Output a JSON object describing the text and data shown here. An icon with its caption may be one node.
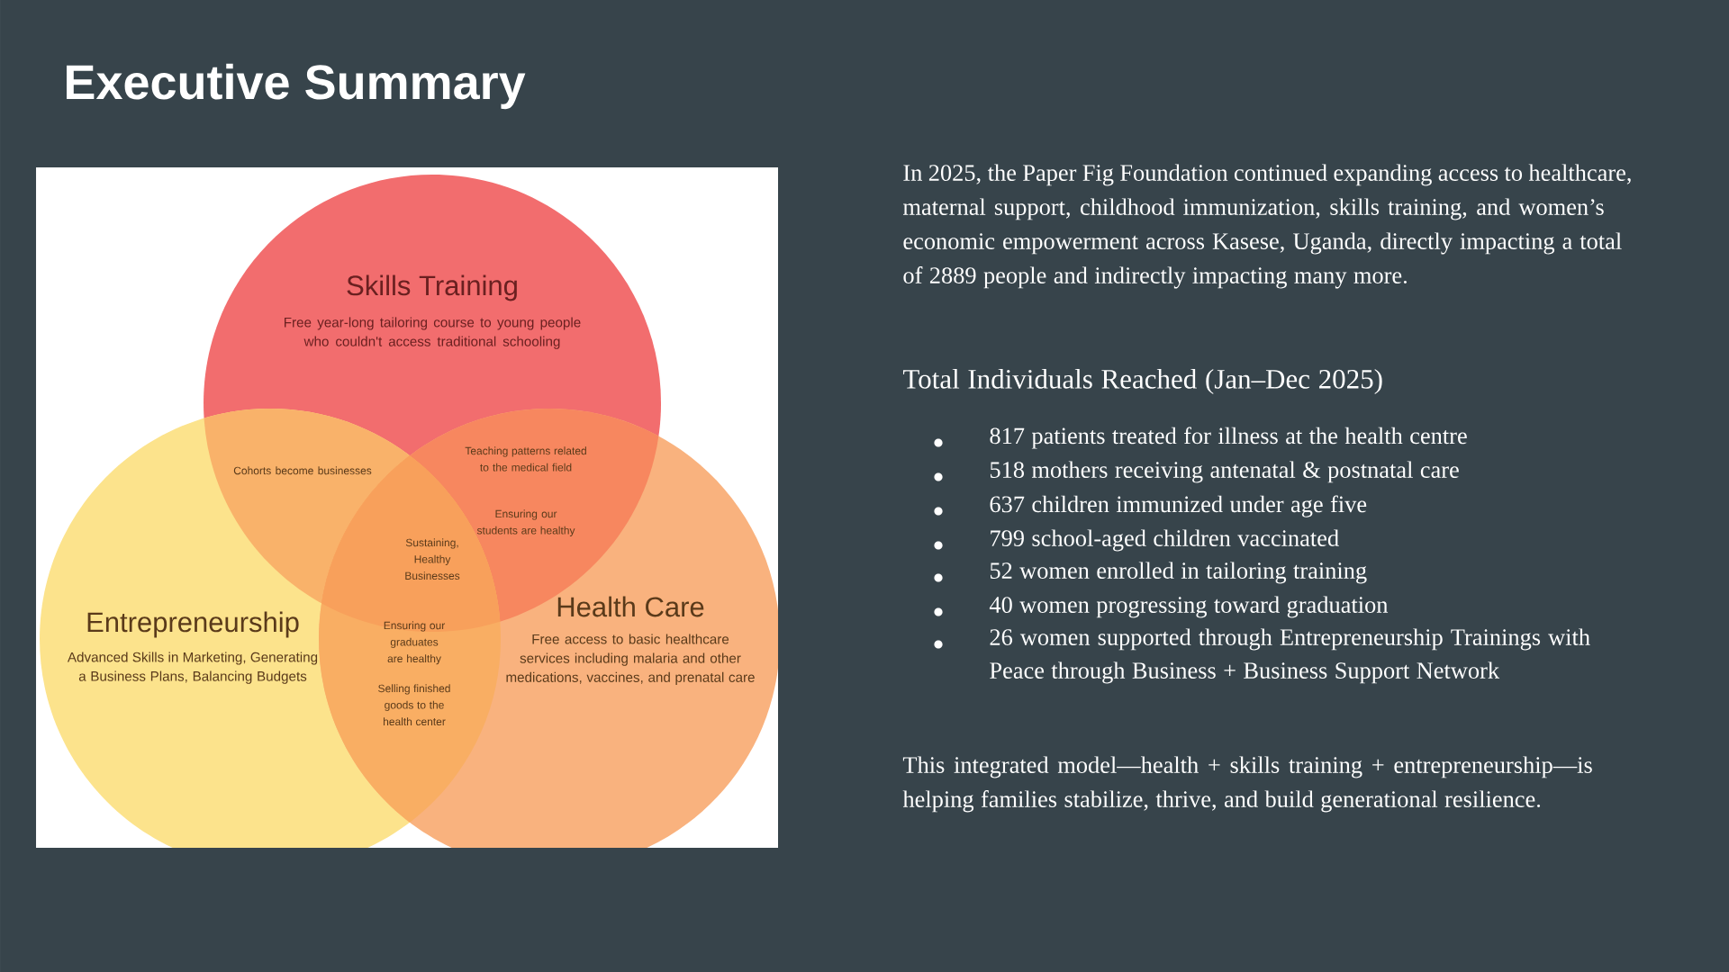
{
  "diagram": {
    "title": "Executive Summary",
    "nodes": [
      {
        "text": [
          "Skills Training",
          "Free year-long tailoring course to young people who couldn't access traditional schooling"
        ]
      },
      {
        "text": [
          "Entrepreneurship",
          "Advanced Skills in Marketing, Generating a Business Plans, Balancing Budgets"
        ]
      },
      {
        "text": [
          "Health Care",
          "Free access to basic healthcare services including malaria  and other medications, vaccines, and prenatal care"
        ]
      }
    ],
    "labels": [
      "Cohorts become businesses",
      "Teaching patterns related to the medical field",
      "Ensuring our students are healthy",
      "Sustaining, Healthy Businesses",
      "Ensuring our graduates are healthy",
      "Selling finished goods to the health center",
      "In 2025, the Paper Fig Foundation continued expanding access to healthcare, maternal support, childhood immunization, skills training, and women’s economic empowerment across Kasese, Uganda, directly impacting a total of 2889 people and indirectly impacting many more.",
      "Total Individuals Reached (Jan–Dec 2025)",
      "817 patients treated for illness at the health centre",
      "518 mothers receiving antenatal & postnatal care",
      "637 children immunized under age five",
      "799 school-aged children vaccinated",
      "52 women enrolled in tailoring training",
      "40 women progressing toward graduation",
      "26 women supported through Entrepreneurship Trainings with Peace through Business + Business Support Network",
      "This integrated model—health + skills training + entrepreneurship—is helping families stabilize, thrive, and build generational resilience."
    ]
  }
}
